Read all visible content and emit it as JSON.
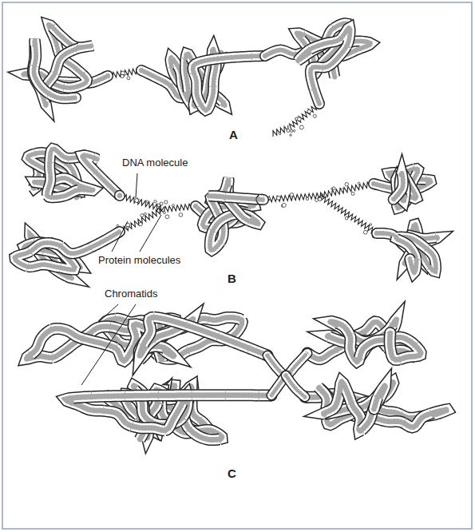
{
  "diagram": {
    "labels": [
      "A",
      "DNA molecule",
      "Protein molecules",
      "B",
      "Chromatids",
      "C"
    ]
  }
}
